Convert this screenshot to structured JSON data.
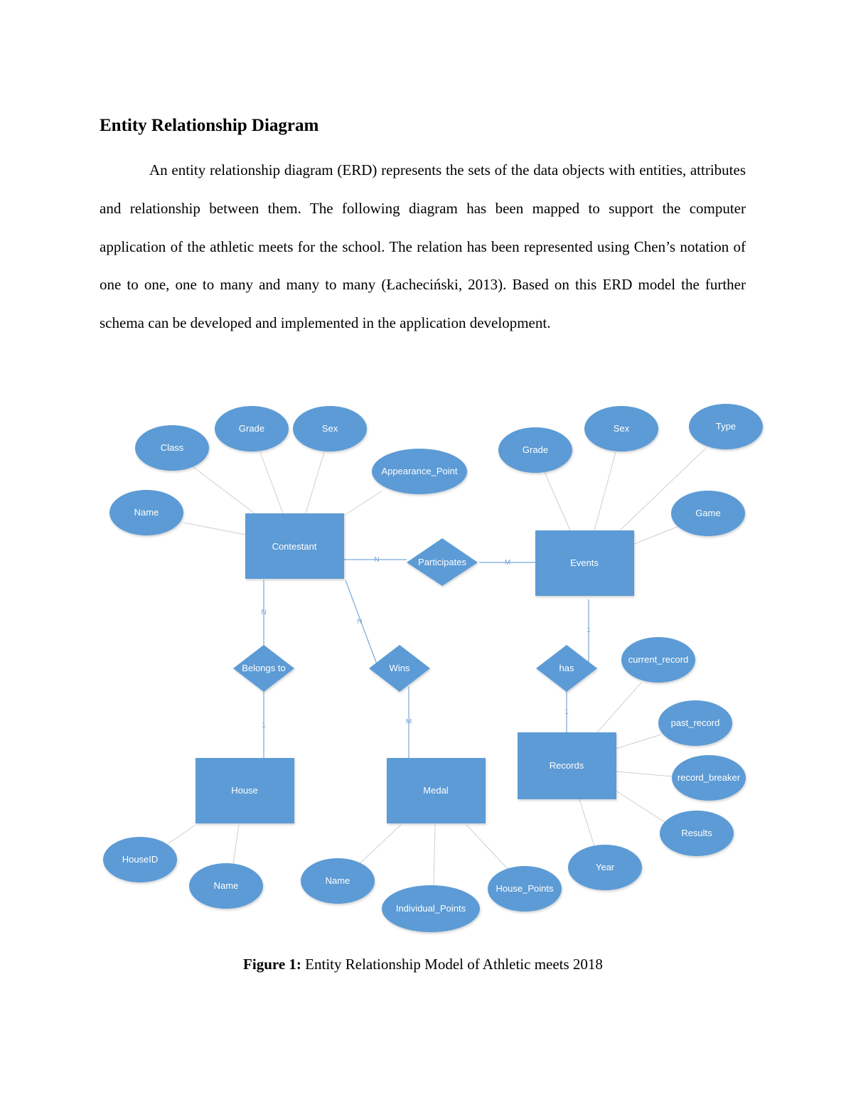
{
  "heading": "Entity Relationship Diagram",
  "paragraph": "An entity relationship diagram (ERD) represents the sets of the data objects with entities, attributes and relationship between them. The following diagram has been mapped to support the computer application of the athletic meets for the school. The relation has been represented using Chen’s notation of one to one, one to many and many to many (Łacheciński, 2013). Based on this ERD model the further schema can be developed and implemented in the application development.",
  "colors": {
    "shape_fill": "#5b9bd5",
    "shape_text": "#ffffff",
    "line": "#c9c9c9",
    "relation_line": "#7ba7d6",
    "cardinality": "#7ba7d6"
  },
  "diagram": {
    "entities": {
      "contestant": "Contestant",
      "events": "Events",
      "house": "House",
      "medal": "Medal",
      "records": "Records"
    },
    "relationships": {
      "participates": "Participates",
      "belongs_to": "Belongs to",
      "wins": "Wins",
      "has": "has"
    },
    "attributes": {
      "contestant_class": "Class",
      "contestant_grade": "Grade",
      "contestant_sex": "Sex",
      "contestant_appearance_point": "Appearance_Point",
      "contestant_name": "Name",
      "events_grade": "Grade",
      "events_sex": "Sex",
      "events_type": "Type",
      "events_game": "Game",
      "records_current_record": "current_record",
      "records_past_record": "past_record",
      "records_record_breaker": "record_breaker",
      "records_results": "Results",
      "records_year": "Year",
      "house_houseid": "HouseID",
      "house_name": "Name",
      "medal_name": "Name",
      "medal_individual_points": "Individual_Points",
      "medal_house_points": "House_Points"
    },
    "cardinalities": {
      "participates_contestant": "N",
      "participates_events": "M",
      "belongs_contestant": "N",
      "belongs_house": "1",
      "wins_contestant": "N",
      "wins_medal": "M",
      "has_events": "1",
      "has_records": "1"
    }
  },
  "caption": {
    "label": "Figure 1:",
    "text": " Entity Relationship Model of Athletic meets 2018"
  }
}
